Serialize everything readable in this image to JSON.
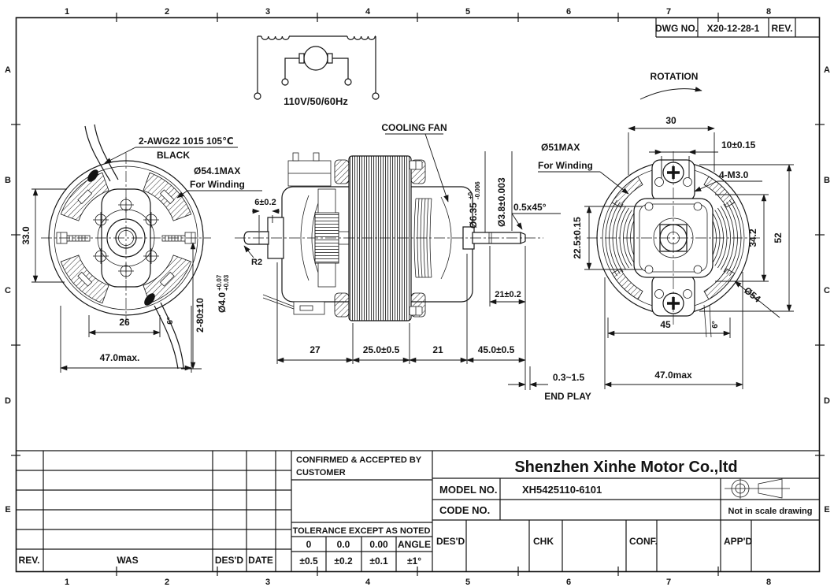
{
  "colors": {
    "ink": "#141414",
    "paper": "#ffffff"
  },
  "sheet": {
    "grid_cols": [
      "1",
      "2",
      "3",
      "4",
      "5",
      "6",
      "7",
      "8"
    ],
    "grid_rows": [
      "A",
      "B",
      "C",
      "D",
      "E"
    ],
    "dwg_no_label": "DWG NO.",
    "dwg_no_value": "X20-12-28-1",
    "rev_label": "REV."
  },
  "circuit": {
    "voltage": "110V/50/60Hz"
  },
  "front_view": {
    "lead_spec": "2-AWG22 1015 105℃",
    "lead_color": "BLACK",
    "winding_dia": "Ø54.1MAX",
    "winding_note": "For Winding",
    "dim_height": "33.0",
    "dim_hole_pitch": "26",
    "dim_max_width": "47.0max.",
    "dim_lead_length": "2-80±10",
    "lead_wire_dia": "Ø4.0",
    "lead_wire_tol_upper": "+0.07",
    "lead_wire_tol_lower": "+0.03",
    "dim_angle": "6°"
  },
  "side_view": {
    "fan_label": "COOLING FAN",
    "dim_shaft_tip": "6±0.2",
    "tip_radius": "R2",
    "shaft_dia_main": "Ø6.35",
    "shaft_dia_tol_upper": "+0",
    "shaft_dia_tol_lower": "-0.006",
    "shaft_dia_out": "Ø3.8±0.003",
    "chamfer": "0.5x45°",
    "dim_seg_1": "27",
    "dim_seg_2": "25.0±0.5",
    "dim_seg_3": "21",
    "dim_seg_4": "45.0±0.5",
    "dim_shaft_out": "21±0.2",
    "end_play_range": "0.3~1.5",
    "end_play_label": "END PLAY"
  },
  "rear_view": {
    "rotation_label": "ROTATION",
    "dim_screw_span": "30",
    "dim_hole_pitch": "10±0.15",
    "screw_spec": "4-M3.0",
    "winding_dia": "Ø51MAX",
    "winding_note": "For Winding",
    "dim_inner_span": "22.5±0.15",
    "dim_plate": "34.2",
    "dim_height": "52",
    "dim_outer_dia": "Ø54",
    "dim_foot_span": "45",
    "dim_max_width": "47.0max",
    "dim_angle": "6°"
  },
  "title_block": {
    "company": "Shenzhen Xinhe Motor Co.,ltd",
    "model_label": "MODEL NO.",
    "model_value": "XH5425110-6101",
    "code_label": "CODE NO.",
    "scale_note": "Not in scale drawing",
    "confirm_line1": "CONFIRMED & ACCEPTED BY",
    "confirm_line2": "CUSTOMER",
    "tolerance_title": "TOLERANCE EXCEPT AS NOTED",
    "tolerance_headers": [
      "0",
      "0.0",
      "0.00",
      "ANGLE"
    ],
    "tolerance_values": [
      "±0.5",
      "±0.2",
      "±0.1",
      "±1°"
    ],
    "rev_label": "REV.",
    "was_label": "WAS",
    "designed_label": "DES'D",
    "date_label": "DATE",
    "sign_labels": [
      "DES'D",
      "CHK",
      "CONF.",
      "APP'D"
    ]
  }
}
